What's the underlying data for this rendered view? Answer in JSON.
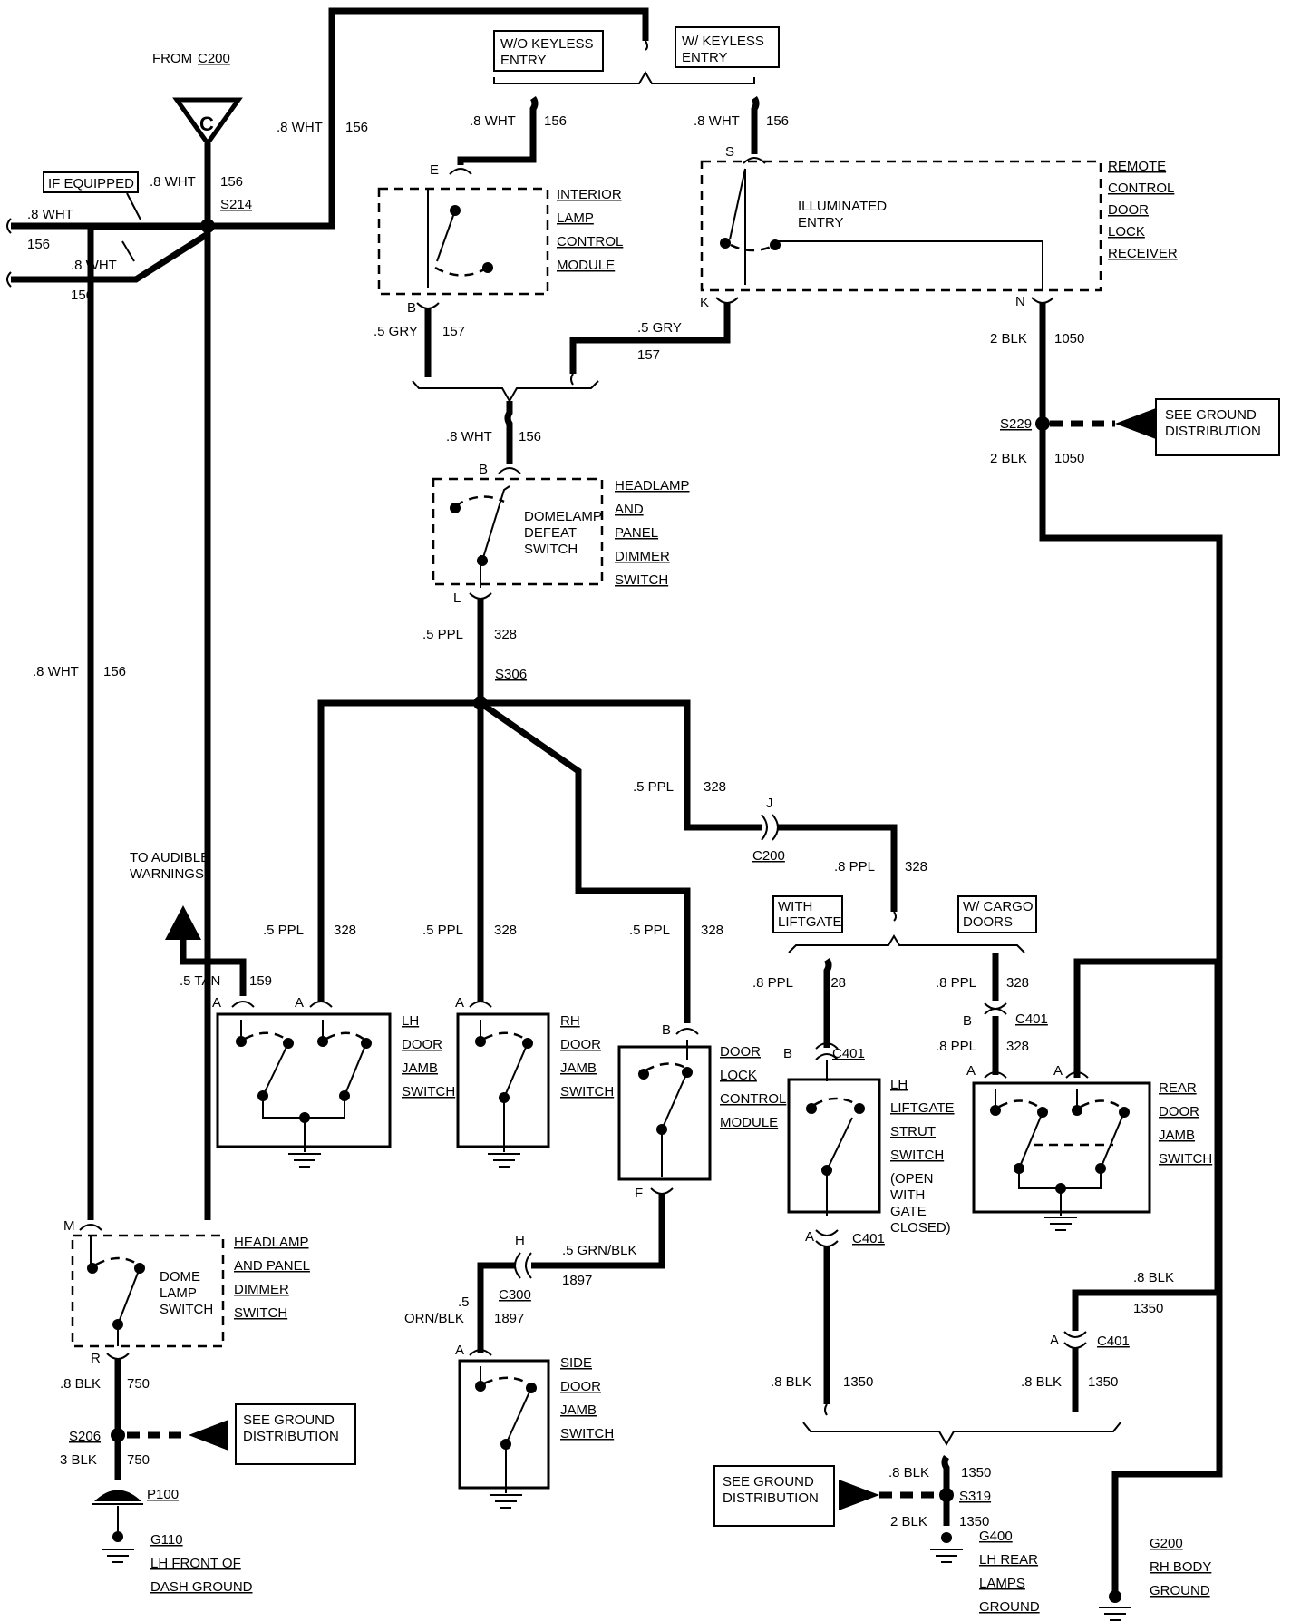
{
  "header": {
    "from": "FROM",
    "from_conn": "C200",
    "c_symbol": "C",
    "if_equipped": "IF EQUIPPED",
    "wo_keyless": [
      "W/O KEYLESS",
      "ENTRY"
    ],
    "w_keyless": [
      "W/ KEYLESS",
      "ENTRY"
    ]
  },
  "wires": {
    "w8_wht": ".8 WHT",
    "c156": "156",
    "gry5": ".5 GRY",
    "c157": "157",
    "blk2": "2 BLK",
    "c1050": "1050",
    "ppl5": ".5 PPL",
    "ppl8": ".8 PPL",
    "c328": "328",
    "tan5": ".5 TAN",
    "c159": "159",
    "grnblk5": ".5 GRN/BLK",
    "c1897": "1897",
    "orn_num": ".5",
    "orn_col": "ORN/BLK",
    "blk8": ".8 BLK",
    "c1350": "1350",
    "blk3": "3 BLK",
    "c750": "750"
  },
  "splices": {
    "s214": "S214",
    "s229": "S229",
    "s306": "S306",
    "s206": "S206",
    "s319": "S319"
  },
  "connectors": {
    "c200": "C200",
    "c300": "C300",
    "c401": "C401",
    "p100": "P100"
  },
  "pins": {
    "e": "E",
    "b": "B",
    "s": "S",
    "k": "K",
    "n": "N",
    "l": "L",
    "j": "J",
    "a": "A",
    "f": "F",
    "h": "H",
    "m": "M",
    "r": "R"
  },
  "components": {
    "interior_lamp": [
      "INTERIOR",
      "LAMP",
      "CONTROL",
      "MODULE"
    ],
    "remote_receiver": [
      "REMOTE",
      "CONTROL",
      "DOOR",
      "LOCK",
      "RECEIVER"
    ],
    "illuminated_entry": [
      "ILLUMINATED",
      "ENTRY"
    ],
    "headlamp_dimmer": [
      "HEADLAMP",
      "AND",
      "PANEL",
      "DIMMER",
      "SWITCH"
    ],
    "domelamp_defeat": [
      "DOMELAMP",
      "DEFEAT",
      "SWITCH"
    ],
    "lh_door_jamb": [
      "LH",
      "DOOR",
      "JAMB",
      "SWITCH"
    ],
    "rh_door_jamb": [
      "RH",
      "DOOR",
      "JAMB",
      "SWITCH"
    ],
    "door_lock_module": [
      "DOOR",
      "LOCK",
      "CONTROL",
      "MODULE"
    ],
    "lh_liftgate": [
      "LH",
      "LIFTGATE",
      "STRUT",
      "SWITCH"
    ],
    "liftgate_note": [
      "(OPEN",
      "WITH",
      "GATE",
      "CLOSED)"
    ],
    "rear_door_jamb": [
      "REAR",
      "DOOR",
      "JAMB",
      "SWITCH"
    ],
    "side_door_jamb": [
      "SIDE",
      "DOOR",
      "JAMB",
      "SWITCH"
    ],
    "headlamp_panel_dimmer": [
      "HEADLAMP",
      "AND PANEL",
      "DIMMER",
      "SWITCH"
    ],
    "dome_lamp_switch": [
      "DOME",
      "LAMP",
      "SWITCH"
    ]
  },
  "options": {
    "with_liftgate": [
      "WITH",
      "LIFTGATE"
    ],
    "w_cargo_doors": [
      "W/ CARGO",
      "DOORS"
    ]
  },
  "notes": {
    "audible": [
      "TO AUDIBLE",
      "WARNINGS"
    ],
    "see_ground": [
      "SEE GROUND",
      "DISTRIBUTION"
    ]
  },
  "grounds": {
    "g110": [
      "G110",
      "LH FRONT OF",
      "DASH GROUND"
    ],
    "g200": [
      "G200",
      "RH BODY",
      "GROUND"
    ],
    "g400": [
      "G400",
      "LH REAR",
      "LAMPS",
      "GROUND"
    ]
  }
}
